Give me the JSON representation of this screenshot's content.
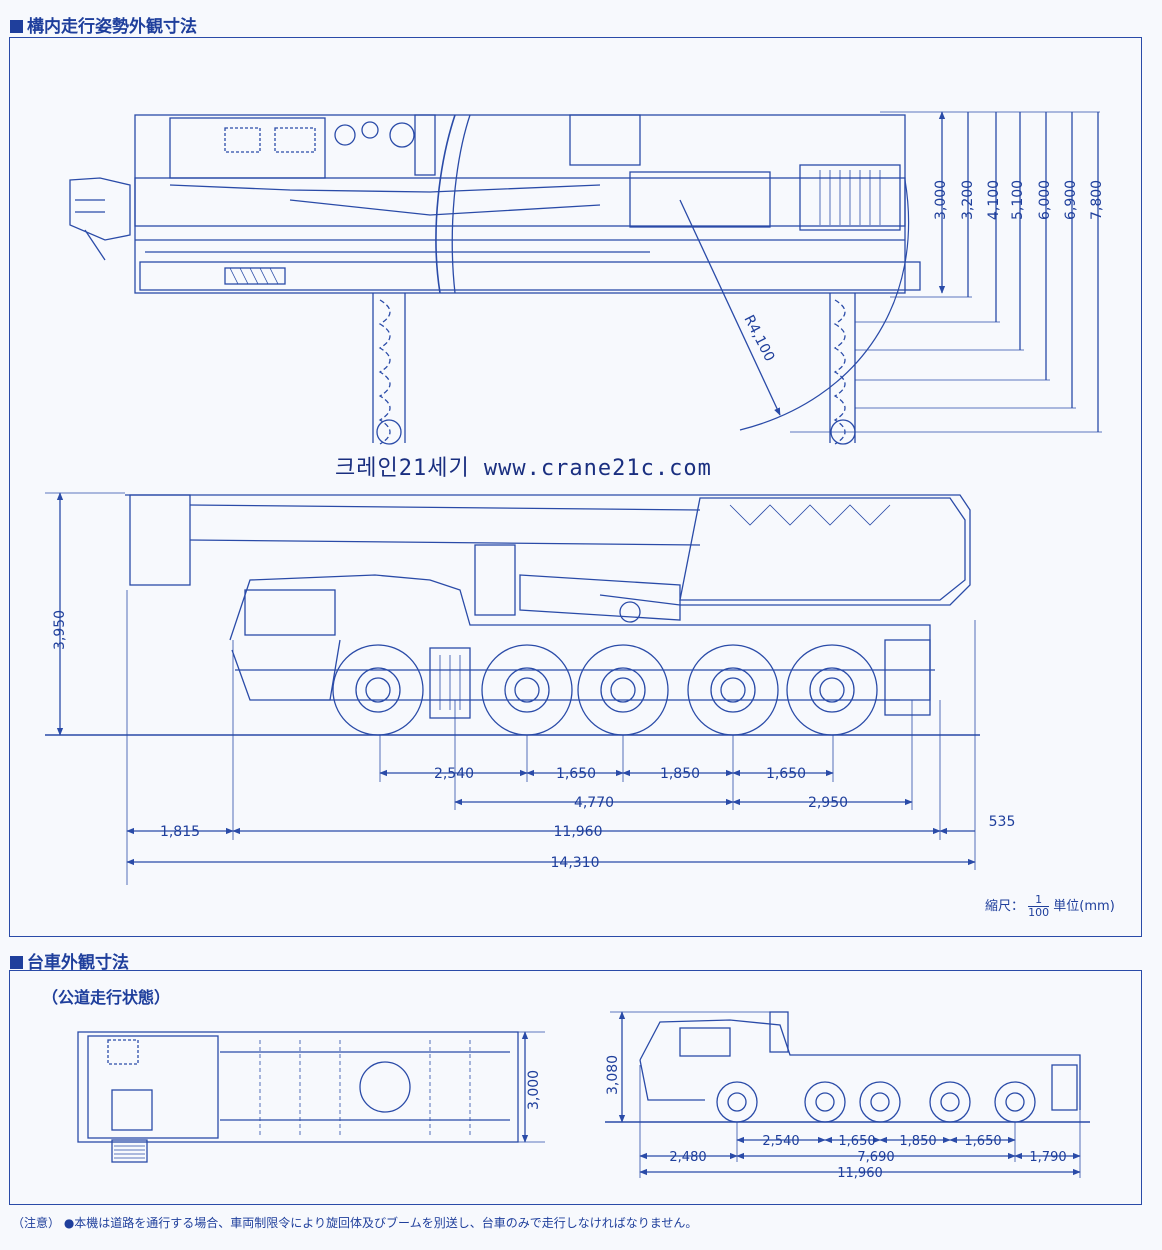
{
  "section1": {
    "title": "構内走行姿勢外観寸法"
  },
  "section2": {
    "title": "台車外観寸法",
    "subtitle": "（公道走行状態）"
  },
  "watermark": "크레인21세기 www.crane21c.com",
  "top_view": {
    "radius_label": "R4,100",
    "outrigger_widths": [
      "3,000",
      "3,200",
      "4,100",
      "5,100",
      "6,000",
      "6,900",
      "7,800"
    ]
  },
  "side_view": {
    "height": "3,950",
    "axle_spacings": [
      "2,540",
      "1,650",
      "1,850",
      "1,650"
    ],
    "group_spacings": [
      "4,770",
      "2,950"
    ],
    "overall_row": [
      "1,815",
      "11,960",
      "535"
    ],
    "total_length": "14,310"
  },
  "scale": {
    "label": "縮尺：",
    "num": "1",
    "den": "100",
    "unit": "単位(mm)"
  },
  "carrier_top": {
    "width": "3,000"
  },
  "carrier_side": {
    "height": "3,080",
    "axle_spacings": [
      "2,540",
      "1,650",
      "1,850",
      "1,650"
    ],
    "front_overhang": "2,480",
    "mid": "7,690",
    "rear_overhang": "1,790",
    "total": "11,960"
  },
  "note": "（注意） ●本機は道路を通行する場合、車両制限令により旋回体及びブームを別送し、台車のみで走行しなければなりません。"
}
